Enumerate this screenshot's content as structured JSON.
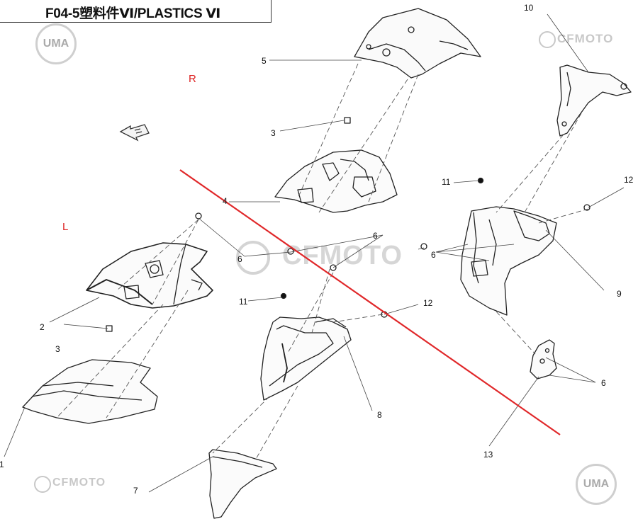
{
  "header": {
    "title": "F04-5塑料件Ⅵ/PLASTICS Ⅵ"
  },
  "sides": {
    "right": "R",
    "left": "L"
  },
  "watermarks": {
    "uma": "UMA",
    "cfmoto": "CFMOTO"
  },
  "colors": {
    "divider": "#e0282a",
    "side_label": "#d22222",
    "ink": "#111111",
    "watermark": "#c8c8c8"
  },
  "callouts": [
    "1",
    "2",
    "3",
    "3",
    "4",
    "5",
    "6",
    "6",
    "6",
    "6",
    "7",
    "8",
    "9",
    "10",
    "11",
    "11",
    "12",
    "12",
    "13"
  ],
  "icons": {
    "direction": "forward-arrow-icon"
  }
}
